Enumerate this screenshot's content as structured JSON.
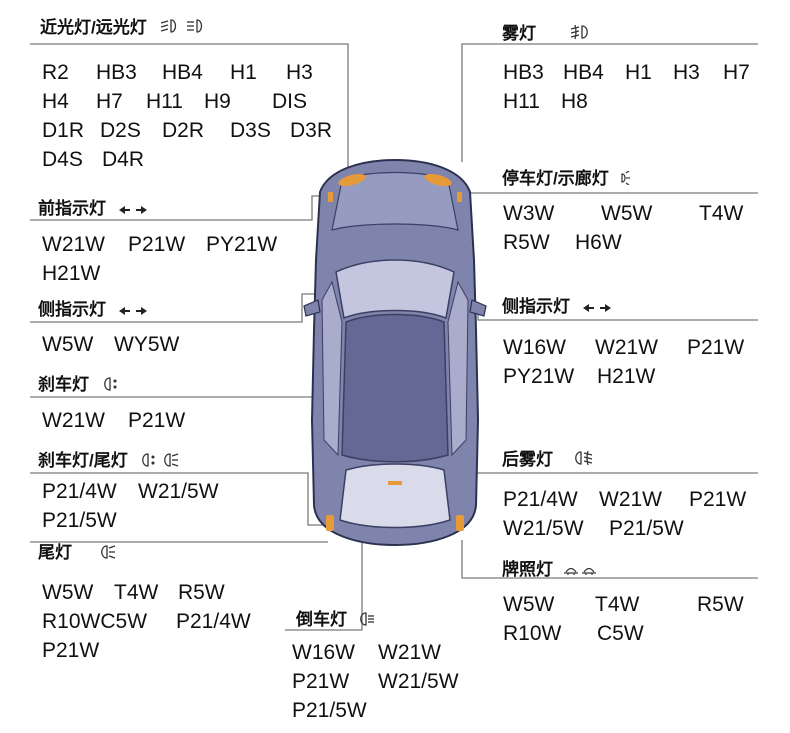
{
  "sections": {
    "low_high_beam": {
      "title": "近光灯/远光灯",
      "icon": "headlight-low-high-icon",
      "items": [
        "R2",
        "HB3",
        "HB4",
        "H1",
        "H3",
        "H4",
        "H7",
        "H11",
        "H9",
        "DIS",
        "D1R",
        "D2S",
        "D2R",
        "D3S",
        "D3R",
        "D4S",
        "D4R"
      ]
    },
    "front_indicator": {
      "title": "前指示灯",
      "icon": "turn-signal-icon",
      "items": [
        "W21W",
        "P21W",
        "PY21W",
        "H21W"
      ]
    },
    "side_indicator_left": {
      "title": "侧指示灯",
      "icon": "turn-signal-icon",
      "items": [
        "W5W",
        "WY5W"
      ]
    },
    "brake_light": {
      "title": "刹车灯",
      "icon": "brake-light-icon",
      "items": [
        "W21W",
        "P21W"
      ]
    },
    "brake_tail_light": {
      "title": "刹车灯/尾灯",
      "icon": "brake-tail-light-icon",
      "items": [
        "P21/4W",
        "W21/5W",
        "P21/5W"
      ]
    },
    "tail_light": {
      "title": "尾灯",
      "icon": "tail-light-icon",
      "items": [
        "W5W",
        "T4W",
        "R5W",
        "R10WC5W",
        "P21/4W",
        "P21W"
      ]
    },
    "reverse_light": {
      "title": "倒车灯",
      "icon": "reverse-light-icon",
      "items": [
        "W16W",
        "W21W",
        "P21W",
        "W21/5W",
        "P21/5W"
      ]
    },
    "fog_light": {
      "title": "雾灯",
      "icon": "fog-light-icon",
      "items": [
        "HB3",
        "HB4",
        "H1",
        "H3",
        "H7",
        "H11",
        "H8"
      ]
    },
    "parking_light": {
      "title": "停车灯/示廊灯",
      "icon": "parking-light-icon",
      "items": [
        "W3W",
        "W5W",
        "T4W",
        "R5W",
        "H6W"
      ]
    },
    "side_indicator_right": {
      "title": "侧指示灯",
      "icon": "turn-signal-icon",
      "items": [
        "W16W",
        "W21W",
        "P21W",
        "PY21W",
        "H21W"
      ]
    },
    "rear_fog_light": {
      "title": "后雾灯",
      "icon": "rear-fog-light-icon",
      "items": [
        "P21/4W",
        "W21W",
        "P21W",
        "W21/5W",
        "P21/5W"
      ]
    },
    "license_plate_light": {
      "title": "牌照灯",
      "icon": "license-plate-light-icon",
      "items": [
        "W5W",
        "T4W",
        "R5W",
        "R10W",
        "C5W"
      ]
    }
  },
  "colors": {
    "car_body": "#7f84ad",
    "car_dark": "#4a4f76",
    "car_light": "#b9bcd6",
    "amber": "#e79a38",
    "line": "#777777"
  }
}
